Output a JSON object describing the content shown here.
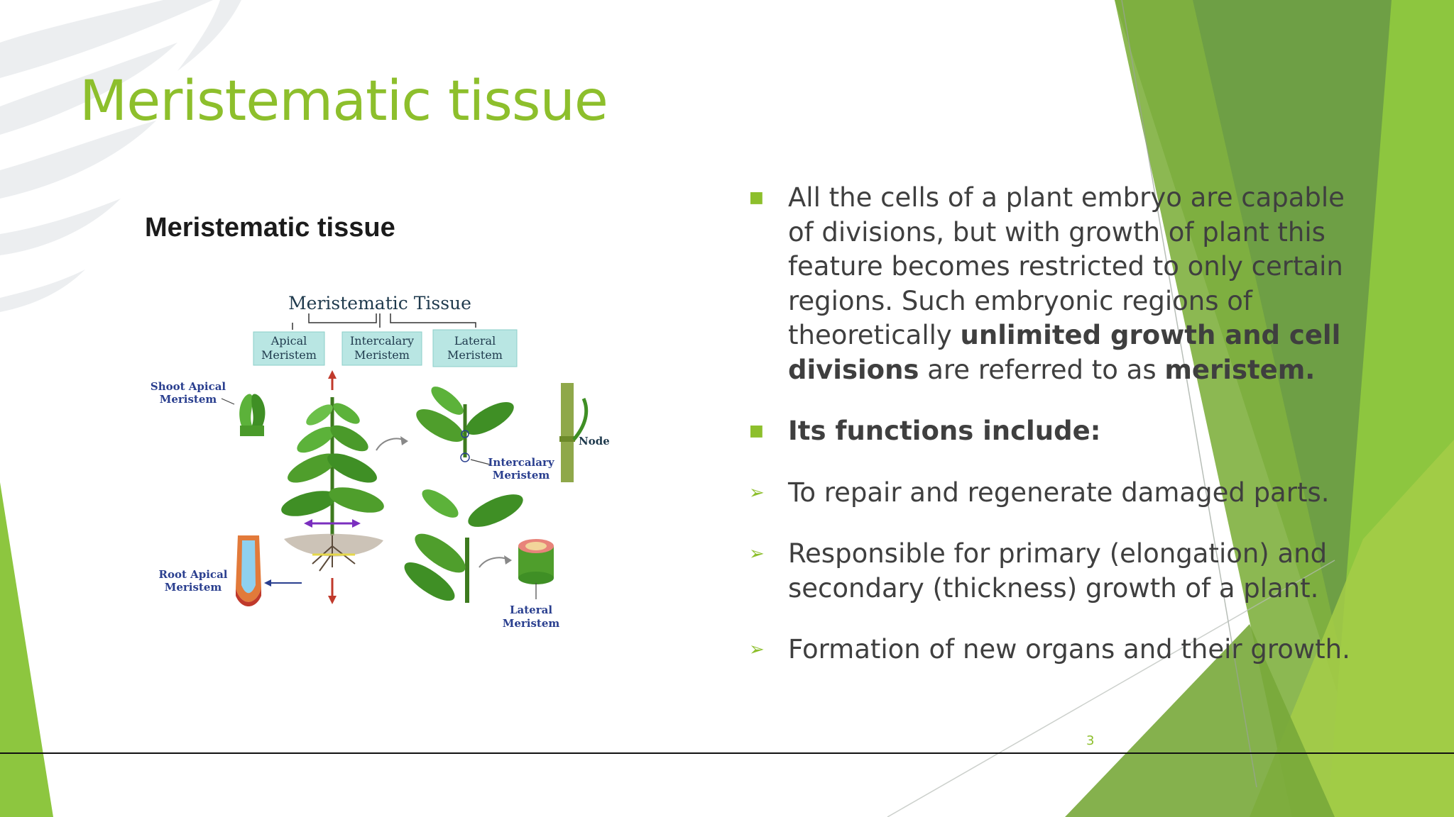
{
  "slide": {
    "title": "Meristematic tissue",
    "page_number": "3",
    "accent_color": "#8dbf2c"
  },
  "figure": {
    "heading": "Meristematic tissue",
    "diagram_title": "Meristematic Tissue",
    "boxes": [
      {
        "line1": "Apical",
        "line2": "Meristem"
      },
      {
        "line1": "Intercalary",
        "line2": "Meristem"
      },
      {
        "line1": "Lateral",
        "line2": "Meristem"
      }
    ],
    "labels": {
      "shoot_1": "Shoot Apical",
      "shoot_2": "Meristem",
      "root_1": "Root Apical",
      "root_2": "Meristem",
      "intercalary_1": "Intercalary",
      "intercalary_2": "Meristem",
      "node": "Node",
      "lateral_1": "Lateral",
      "lateral_2": "Meristem"
    }
  },
  "bullets": {
    "b1_part1": "All the cells of a plant embryo are capable of divisions, but with growth of plant this feature becomes restricted to only certain regions. Such embryonic regions of theoretically ",
    "b1_bold1": "unlimited growth and cell divisions",
    "b1_part2": " are referred to as ",
    "b1_bold2": "meristem.",
    "b2": "Its functions include:",
    "b3": "To repair and regenerate damaged parts.",
    "b4": "Responsible for primary (elongation) and secondary (thickness) growth of a plant.",
    "b5": "Formation of new organs and their growth."
  }
}
